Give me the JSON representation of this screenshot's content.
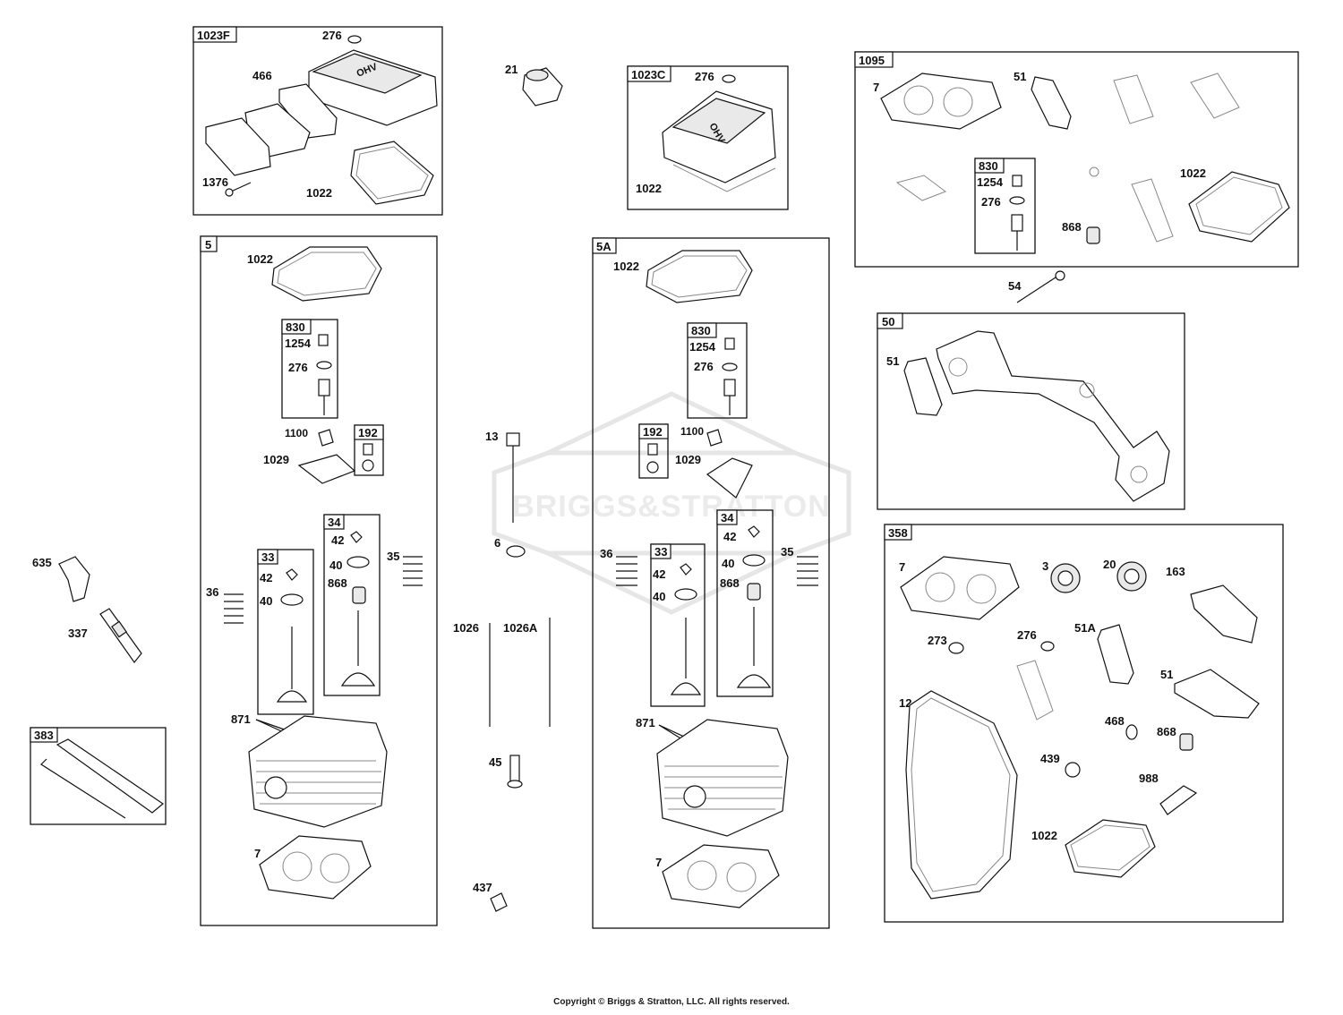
{
  "watermark": "BRIGGS&STRATTON",
  "copyright": "Copyright © Briggs & Stratton, LLC. All rights reserved.",
  "groups": {
    "g1023F": {
      "tag": "1023F",
      "labels": {
        "p276": "276",
        "p466": "466",
        "p1376": "1376",
        "p1022": "1022"
      }
    },
    "g1023C": {
      "tag": "1023C",
      "labels": {
        "p276": "276",
        "p1022": "1022"
      }
    },
    "g1095": {
      "tag": "1095",
      "labels": {
        "p7": "7",
        "p51": "51",
        "p1022": "1022",
        "p868": "868"
      },
      "sub830": {
        "tag": "830",
        "p1254": "1254",
        "p276": "276"
      }
    },
    "g5": {
      "tag": "5",
      "labels": {
        "p1022": "1022",
        "p1100": "1100",
        "p1029": "1029",
        "p36": "36",
        "p35": "35",
        "p871": "871",
        "p7": "7"
      },
      "sub830": {
        "tag": "830",
        "p1254": "1254",
        "p276": "276"
      },
      "sub192": {
        "tag": "192"
      },
      "sub33": {
        "tag": "33",
        "p42": "42",
        "p40": "40"
      },
      "sub34": {
        "tag": "34",
        "p42": "42",
        "p40": "40",
        "p868": "868"
      }
    },
    "g5A": {
      "tag": "5A",
      "labels": {
        "p1022": "1022",
        "p1100": "1100",
        "p1029": "1029",
        "p36": "36",
        "p35": "35",
        "p871": "871",
        "p7": "7"
      },
      "sub830": {
        "tag": "830",
        "p1254": "1254",
        "p276": "276"
      },
      "sub192": {
        "tag": "192"
      },
      "sub33": {
        "tag": "33",
        "p42": "42",
        "p40": "40"
      },
      "sub34": {
        "tag": "34",
        "p42": "42",
        "p40": "40",
        "p868": "868"
      }
    },
    "g50": {
      "tag": "50",
      "labels": {
        "p51": "51"
      }
    },
    "g358": {
      "tag": "358",
      "labels": {
        "p7": "7",
        "p3": "3",
        "p20": "20",
        "p163": "163",
        "p273": "273",
        "p276": "276",
        "p51A": "51A",
        "p51": "51",
        "p12": "12",
        "p468": "468",
        "p868": "868",
        "p439": "439",
        "p988": "988",
        "p1022": "1022"
      }
    },
    "g383": {
      "tag": "383"
    }
  },
  "loose": {
    "p21": "21",
    "p635": "635",
    "p337": "337",
    "p13": "13",
    "p6": "6",
    "p1026": "1026",
    "p1026A": "1026A",
    "p45": "45",
    "p437": "437",
    "p54": "54"
  }
}
